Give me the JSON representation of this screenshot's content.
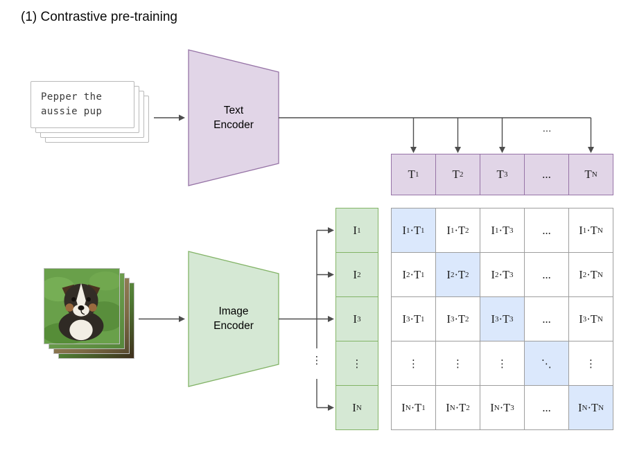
{
  "title": "(1) Contrastive pre-training",
  "text_input": {
    "lines": [
      "Pepper the",
      "aussie pup"
    ]
  },
  "encoders": {
    "text": {
      "label_lines": [
        "Text",
        "Encoder"
      ]
    },
    "image": {
      "label_lines": [
        "Image",
        "Encoder"
      ]
    }
  },
  "arrows": {
    "text_row_ellipsis": "...",
    "image_branch_ellipsis": "⋮"
  },
  "embedding_symbols": {
    "image": "I",
    "text": "T"
  },
  "product_symbol": "·",
  "text_embeddings": [
    {
      "base": "T",
      "sub": "1"
    },
    {
      "base": "T",
      "sub": "2"
    },
    {
      "base": "T",
      "sub": "3"
    },
    {
      "base": "...",
      "sub": ""
    },
    {
      "base": "T",
      "sub": "N"
    }
  ],
  "image_embeddings": [
    {
      "base": "I",
      "sub": "1"
    },
    {
      "base": "I",
      "sub": "2"
    },
    {
      "base": "I",
      "sub": "3"
    },
    {
      "base": "⋮",
      "sub": "",
      "dots": true
    },
    {
      "base": "I",
      "sub": "N"
    }
  ],
  "matrix_rows": [
    [
      {
        "i": "1",
        "t": "1",
        "hl": true
      },
      {
        "i": "1",
        "t": "2"
      },
      {
        "i": "1",
        "t": "3"
      },
      {
        "sym": "..."
      },
      {
        "i": "1",
        "t": "N"
      }
    ],
    [
      {
        "i": "2",
        "t": "1"
      },
      {
        "i": "2",
        "t": "2",
        "hl": true
      },
      {
        "i": "2",
        "t": "3"
      },
      {
        "sym": "..."
      },
      {
        "i": "2",
        "t": "N"
      }
    ],
    [
      {
        "i": "3",
        "t": "1"
      },
      {
        "i": "3",
        "t": "2"
      },
      {
        "i": "3",
        "t": "3",
        "hl": true
      },
      {
        "sym": "..."
      },
      {
        "i": "3",
        "t": "N"
      }
    ],
    [
      {
        "sym": "⋮",
        "dots": true
      },
      {
        "sym": "⋮",
        "dots": true
      },
      {
        "sym": "⋮",
        "dots": true
      },
      {
        "sym": "⋱",
        "hl": true,
        "dots": true
      },
      {
        "sym": "⋮",
        "dots": true
      }
    ],
    [
      {
        "i": "N",
        "t": "1"
      },
      {
        "i": "N",
        "t": "2"
      },
      {
        "i": "N",
        "t": "3"
      },
      {
        "sym": "..."
      },
      {
        "i": "N",
        "t": "N",
        "hl": true
      }
    ]
  ],
  "colors": {
    "purple_fill": "#e1d5e7",
    "purple_stroke": "#9673a6",
    "green_fill": "#d5e8d4",
    "green_stroke": "#82b366",
    "blue_fill": "#dbe8fc",
    "grid_stroke": "#9d9d9d",
    "arrow": "#4d4d4d",
    "card_border": "#b9b9b9"
  }
}
